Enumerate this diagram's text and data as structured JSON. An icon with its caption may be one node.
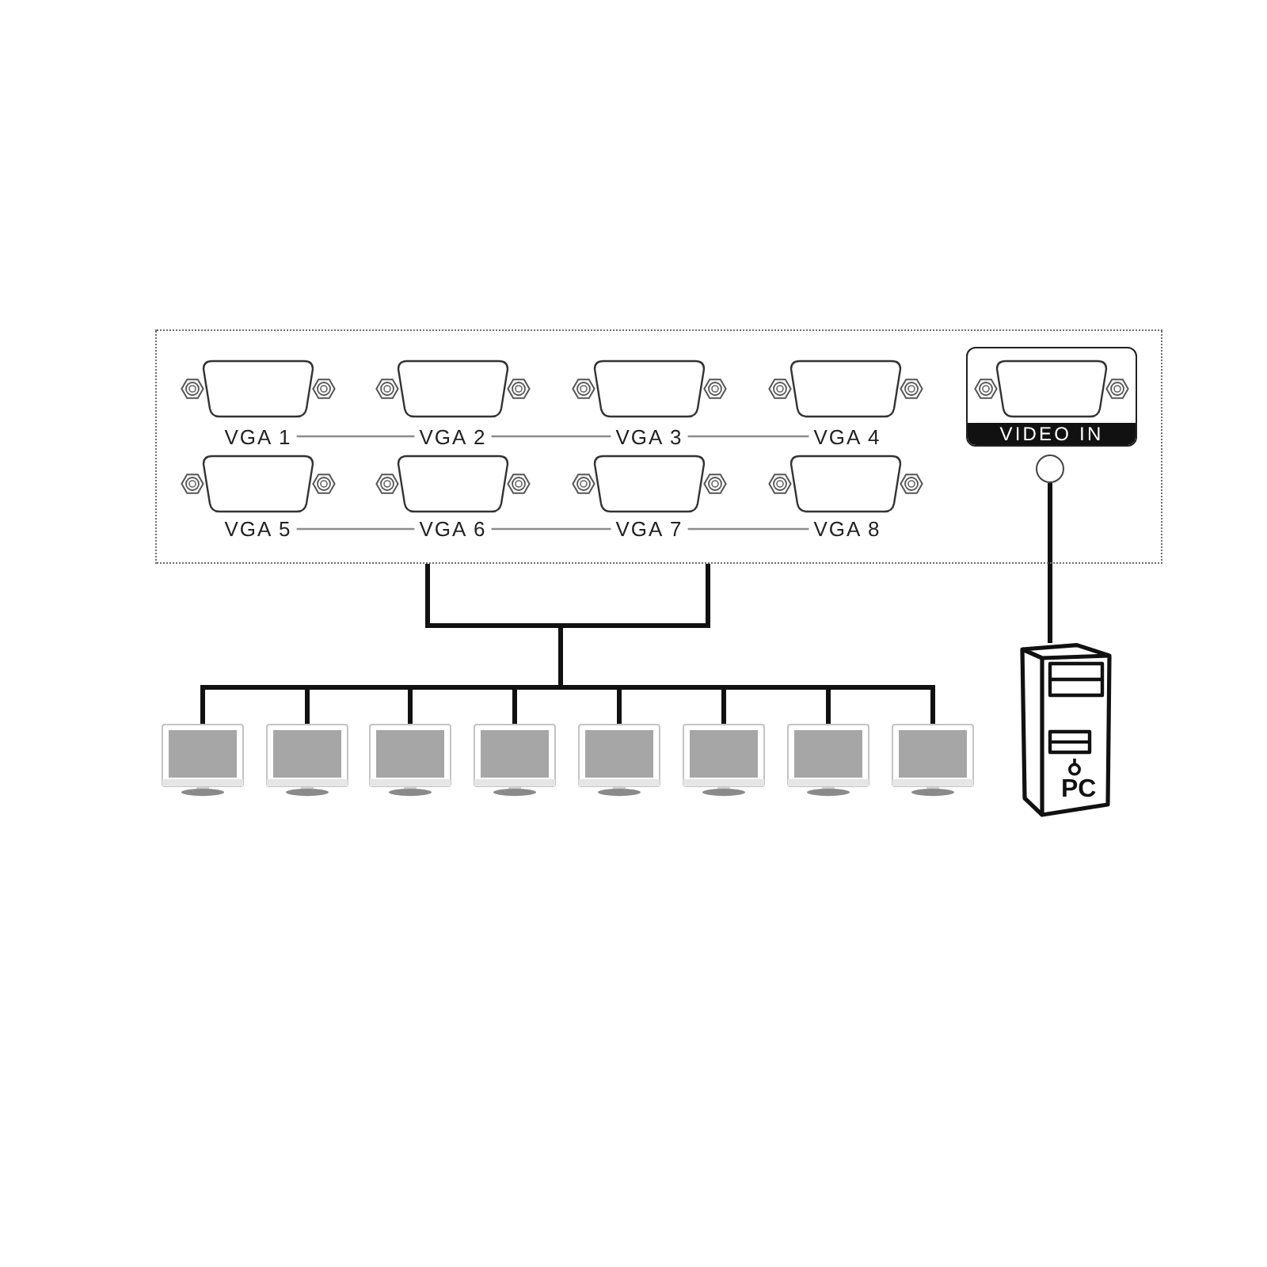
{
  "diagram": {
    "nodes": [
      {
        "text": [],
        "shape": "box"
      },
      {
        "text": [
          "VGA 1"
        ],
        "in": 0
      },
      {
        "text": [
          "VGA 2"
        ],
        "in": 0
      },
      {
        "text": [
          "VGA 3"
        ],
        "in": 0
      },
      {
        "text": [
          "VGA 4"
        ],
        "in": 0
      },
      {
        "text": [
          "VIDEO IN"
        ],
        "in": 0
      },
      {
        "text": [],
        "shape": "circle",
        "in": 0
      },
      {
        "text": [
          "VGA 5"
        ],
        "in": 0
      },
      {
        "text": [
          "VGA 6"
        ],
        "in": 0
      },
      {
        "text": [
          "VGA 7"
        ],
        "in": 0
      },
      {
        "text": [
          "VGA 8"
        ],
        "in": 0
      },
      {
        "text": [],
        "shape": "picture"
      },
      {
        "text": [],
        "shape": "picture"
      },
      {
        "text": [],
        "shape": "picture"
      },
      {
        "text": [],
        "shape": "picture"
      },
      {
        "text": [],
        "shape": "picture"
      },
      {
        "text": [],
        "shape": "picture"
      },
      {
        "text": [],
        "shape": "picture"
      },
      {
        "text": [],
        "shape": "picture"
      },
      {
        "text": [
          "PC"
        ]
      }
    ],
    "edges": [
      {
        "from": 1,
        "to": 2,
        "arrow": "none",
        "color": "#8c8c8c"
      },
      {
        "from": 2,
        "to": 3,
        "arrow": "none",
        "color": "#8c8c8c"
      },
      {
        "from": 3,
        "to": 4,
        "arrow": "none",
        "color": "#8c8c8c"
      },
      {
        "from": 7,
        "to": 8,
        "arrow": "none",
        "color": "#8c8c8c"
      },
      {
        "from": 8,
        "to": 9,
        "arrow": "none",
        "color": "#8c8c8c"
      },
      {
        "from": 9,
        "to": 10,
        "arrow": "none",
        "color": "#8c8c8c"
      },
      {
        "from": 0,
        "to": 11,
        "arrow": "none"
      },
      {
        "from": 0,
        "to": 12,
        "arrow": "none"
      },
      {
        "from": 0,
        "to": 13,
        "arrow": "none"
      },
      {
        "from": 0,
        "to": 14,
        "arrow": "none"
      },
      {
        "from": 0,
        "to": 15,
        "arrow": "none"
      },
      {
        "from": 0,
        "to": 16,
        "arrow": "none"
      },
      {
        "from": 0,
        "to": 17,
        "arrow": "none"
      },
      {
        "from": 0,
        "to": 18,
        "arrow": "none"
      },
      {
        "from": 6,
        "to": 19,
        "arrow": "none"
      }
    ]
  }
}
